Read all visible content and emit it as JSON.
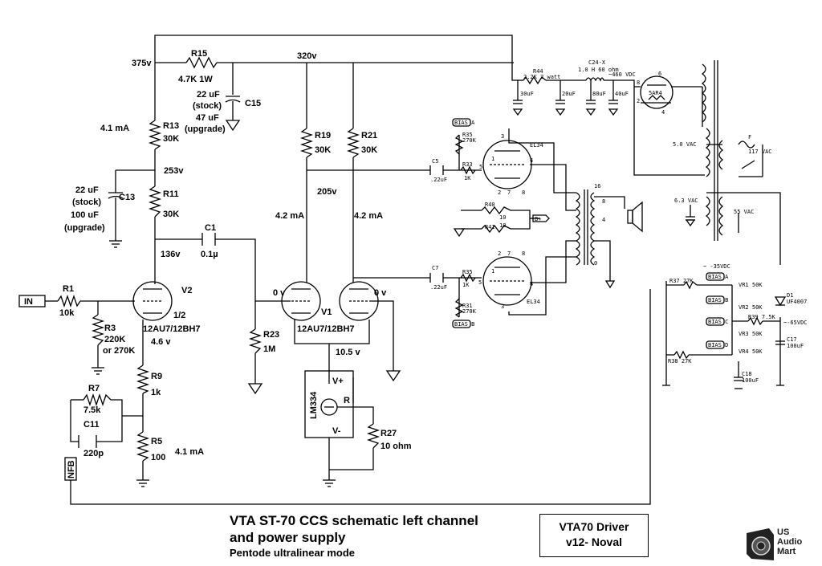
{
  "caption": {
    "line1": "VTA ST-70 CCS schematic left channel",
    "line2": "and power supply",
    "line3": "Pentode ultralinear mode"
  },
  "title_block": {
    "line1": "VTA70 Driver",
    "line2": "v12- Noval"
  },
  "logo": {
    "line1": "US",
    "line2": "Audio",
    "line3": "Mart"
  },
  "labels": {
    "v375": "375v",
    "v320": "320v",
    "r15": "R15",
    "r15_val": "4.7K 1W",
    "c15_a": "22 uF",
    "c15_b": "(stock)",
    "c15_c": "47 uF",
    "c15_d": "(upgrade)",
    "c15": "C15",
    "ma41a": "4.1 mA",
    "r13": "R13",
    "r13_val": "30K",
    "v253": "253v",
    "c13_a": "22 uF",
    "c13_b": "(stock)",
    "c13_c": "100 uF",
    "c13_d": "(upgrade)",
    "c13": "C13",
    "r11": "R11",
    "r11_val": "30K",
    "c1": "C1",
    "c1_val": "0.1µ",
    "v136": "136v",
    "in": "IN",
    "r1": "R1",
    "r1_val": "10k",
    "v2": "V2",
    "half": "1/2",
    "v2_type": "12AU7/12BH7",
    "v46": "4.6 v",
    "r3": "R3",
    "r3_a": "220K",
    "r3_b": "or 270K",
    "r9": "R9",
    "r9_val": "1k",
    "r7": "R7",
    "r7_val": "7.5k",
    "c11": "C11",
    "c11_val": "220p",
    "r5": "R5",
    "r5_val": "100",
    "ma41b": "4.1 mA",
    "nfb": "NFB",
    "r19": "R19",
    "r19_val": "30K",
    "r21": "R21",
    "r21_val": "30K",
    "v205": "205v",
    "ma42a": "4.2 mA",
    "ma42b": "4.2 mA",
    "ov1": "0 v",
    "ov2": "0 v",
    "v1": "V1",
    "v1_type": "12AU7/12BH7",
    "r23": "R23",
    "r23_val": "1M",
    "v105": "10.5 v",
    "lm334": "LM334",
    "vplus": "V+",
    "vminus": "V-",
    "rpin": "R",
    "r27": "R27",
    "r27_val": "10 ohm",
    "r44": "R44",
    "r44_val": "2.2K 2 watt",
    "c24": "C24-X",
    "c24_val": "1.0 H 60 ohm",
    "v460": "~460 VDC",
    "c30a": "30uF",
    "c20": "20uF",
    "c80": "80uF",
    "c40": "40uF",
    "tube5ar4": "5AR4",
    "p6": "6",
    "p8": "8",
    "p4": "4",
    "p2": "2",
    "vac50": "5.0 VAC",
    "vac117": "117 VAC",
    "fuse": "F",
    "vac63": "6.3 VAC",
    "vac55": "55 VAC",
    "biasa": "BIAS A",
    "r35a": "R35",
    "r35a_val": "270K",
    "r33": "R33",
    "r33_val": "1K",
    "c5": "C5",
    "c5_val": ".22uF",
    "el34a": "EL34",
    "pin3": "3",
    "pin1": "1",
    "pin5": "5",
    "pin4": "4",
    "pin2": "2",
    "pin7": "7",
    "pin8": "8",
    "r40": "R40",
    "r40_val": "10",
    "r41": "R41",
    "r41_val": "10",
    "bplus": "B+",
    "c7": "C7",
    "c7_val": ".22uF",
    "r35b": "R35",
    "r35b_val": "1K",
    "el34b": "EL34",
    "r31": "R31",
    "r31_val": "270K",
    "biasb": "BIAS B",
    "ot16": "16",
    "ot8": "8",
    "ot4": "4",
    "ot0": "0",
    "neg35": "~ -35VDC",
    "r37": "R37 27K",
    "r38": "R38 27K",
    "vr1": "VR1 50K",
    "vr2": "VR2 50K",
    "vr3": "VR3 50K",
    "vr4": "VR4 50K",
    "r39": "R39 7.5K",
    "biasa2": "BIAS A",
    "biasb2": "BIAS B",
    "biasc": "BIAS C",
    "biasd": "BIAS D",
    "d1": "D1",
    "d1_val": "UF4007",
    "neg65": "~-65VDC",
    "c17": "C17",
    "c17_val": "100uF",
    "c18": "C18",
    "c18_val": "100uF"
  }
}
